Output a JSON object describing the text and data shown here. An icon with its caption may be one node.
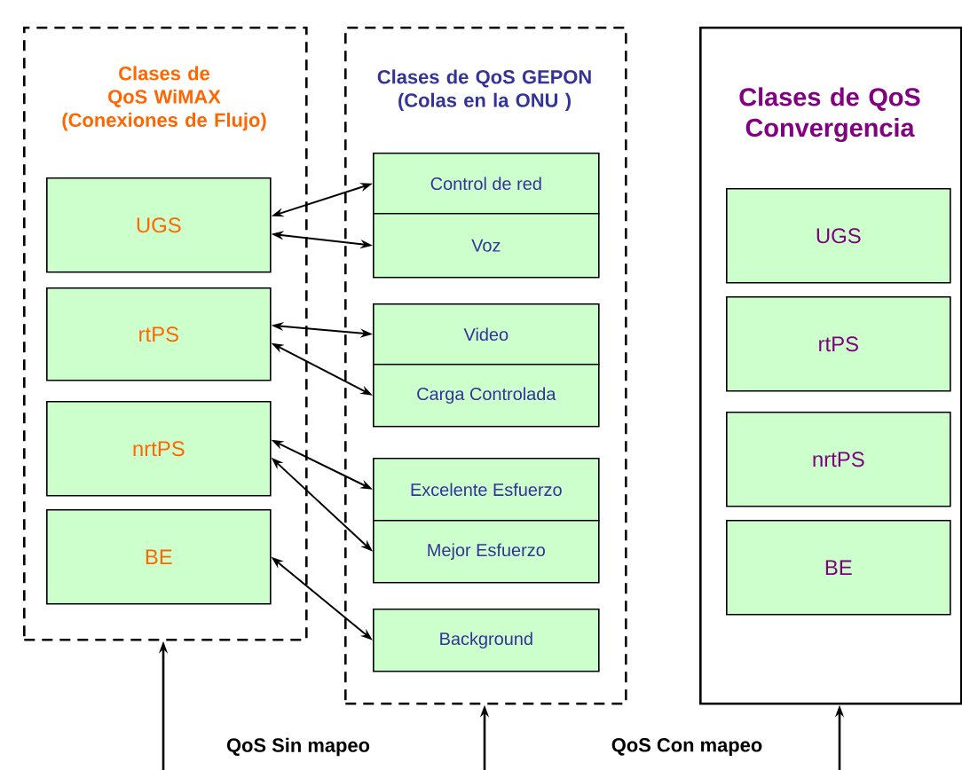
{
  "diagram": {
    "nodes": [
      {
        "text": [
          "Clases de QoS WiMAX (Conexiones de Flujo)"
        ]
      },
      {
        "text": [
          "UGS"
        ],
        "in": 0
      },
      {
        "text": [
          "rtPS"
        ],
        "in": 0
      },
      {
        "text": [
          "nrtPS"
        ],
        "in": 0
      },
      {
        "text": [
          "BE"
        ],
        "in": 0
      },
      {
        "text": [
          "Clases de QoS GEPON (Colas en la ONU )"
        ]
      },
      {
        "text": [
          "Control de red"
        ],
        "in": 5
      },
      {
        "text": [
          "Voz"
        ],
        "in": 5
      },
      {
        "text": [
          "Video"
        ],
        "in": 5
      },
      {
        "text": [
          "Carga Controlada"
        ],
        "in": 5
      },
      {
        "text": [
          "Excelente Esfuerzo"
        ],
        "in": 5
      },
      {
        "text": [
          "Mejor Esfuerzo"
        ],
        "in": 5
      },
      {
        "text": [
          "Background"
        ],
        "in": 5
      },
      {
        "text": [
          "Clases de QoS Convergencia"
        ]
      },
      {
        "text": [
          "UGS"
        ],
        "in": 13
      },
      {
        "text": [
          "rtPS"
        ],
        "in": 13
      },
      {
        "text": [
          "nrtPS"
        ],
        "in": 13
      },
      {
        "text": [
          "BE"
        ],
        "in": 13
      }
    ],
    "edges": [
      {
        "from": 1,
        "to": 6,
        "arrow": "both"
      },
      {
        "from": 1,
        "to": 7,
        "arrow": "both"
      },
      {
        "from": 2,
        "to": 8,
        "arrow": "both"
      },
      {
        "from": 2,
        "to": 9,
        "arrow": "both"
      },
      {
        "from": 3,
        "to": 10,
        "arrow": "both"
      },
      {
        "from": 3,
        "to": 11,
        "arrow": "both"
      },
      {
        "from": 4,
        "to": 12,
        "arrow": "both"
      },
      {
        "from": null,
        "to": 0,
        "arrow": "to"
      },
      {
        "from": null,
        "to": 5,
        "arrow": "to"
      },
      {
        "from": null,
        "to": 13,
        "arrow": "to"
      }
    ],
    "labels": [
      "QoS Sin mapeo",
      "QoS Con mapeo"
    ]
  }
}
